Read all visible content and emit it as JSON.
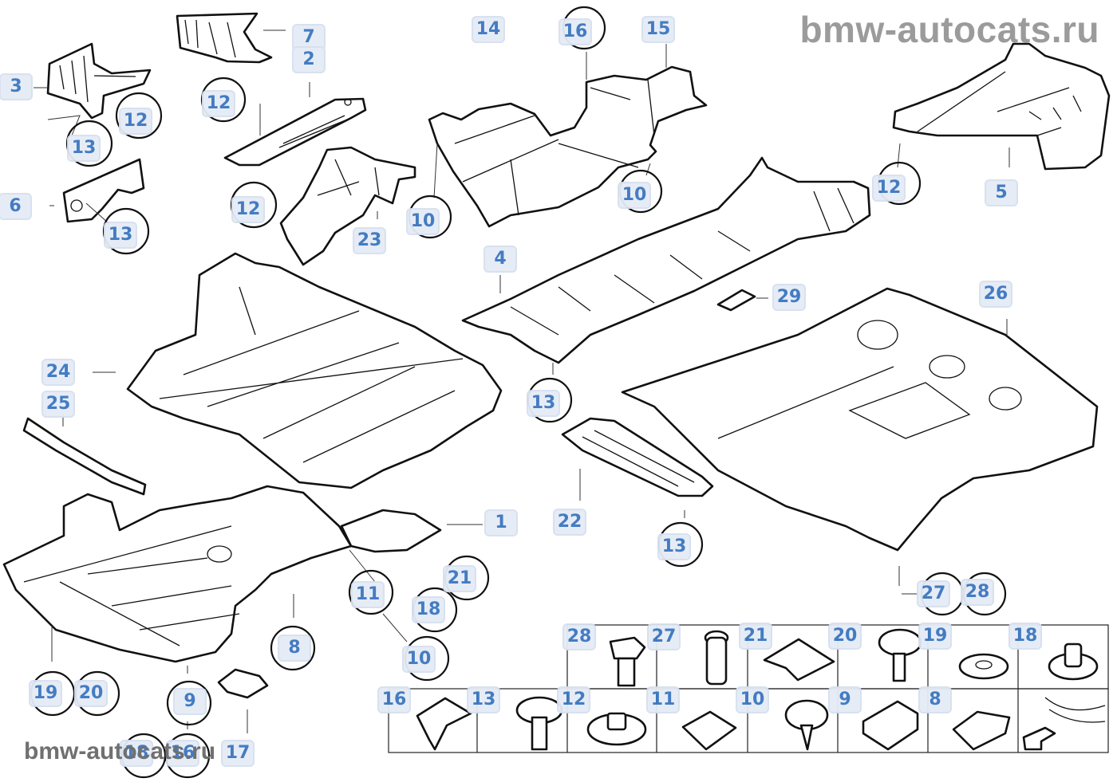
{
  "watermark": {
    "top": "bmw-autocats.ru",
    "bottom": "bmw-autocats.ru"
  },
  "colors": {
    "label_bg": "#e5ecf6",
    "label_text": "#3a76bf",
    "watermark": "#9b9b9b",
    "line_art": "#111111"
  },
  "callouts": [
    {
      "id": "c3",
      "text": "3"
    },
    {
      "id": "c7",
      "text": "7"
    },
    {
      "id": "c2",
      "text": "2"
    },
    {
      "id": "c12a",
      "text": "12"
    },
    {
      "id": "c12b",
      "text": "12"
    },
    {
      "id": "c13a",
      "text": "13"
    },
    {
      "id": "c6",
      "text": "6"
    },
    {
      "id": "c13b",
      "text": "13"
    },
    {
      "id": "c12c",
      "text": "12"
    },
    {
      "id": "c23",
      "text": "23"
    },
    {
      "id": "c14",
      "text": "14"
    },
    {
      "id": "c16a",
      "text": "16"
    },
    {
      "id": "c15",
      "text": "15"
    },
    {
      "id": "c10a",
      "text": "10"
    },
    {
      "id": "c10b",
      "text": "10"
    },
    {
      "id": "c12d",
      "text": "12"
    },
    {
      "id": "c5",
      "text": "5"
    },
    {
      "id": "c4",
      "text": "4"
    },
    {
      "id": "c29",
      "text": "29"
    },
    {
      "id": "c26",
      "text": "26"
    },
    {
      "id": "c24",
      "text": "24"
    },
    {
      "id": "c25",
      "text": "25"
    },
    {
      "id": "c13c",
      "text": "13"
    },
    {
      "id": "c1",
      "text": "1"
    },
    {
      "id": "c22",
      "text": "22"
    },
    {
      "id": "c13d",
      "text": "13"
    },
    {
      "id": "c21a",
      "text": "21"
    },
    {
      "id": "c11a",
      "text": "11"
    },
    {
      "id": "c18a",
      "text": "18"
    },
    {
      "id": "c10c",
      "text": "10"
    },
    {
      "id": "c8a",
      "text": "8"
    },
    {
      "id": "c27a",
      "text": "27"
    },
    {
      "id": "c28a",
      "text": "28"
    },
    {
      "id": "c19a",
      "text": "19"
    },
    {
      "id": "c20a",
      "text": "20"
    },
    {
      "id": "c9a",
      "text": "9"
    },
    {
      "id": "c18b",
      "text": "18"
    },
    {
      "id": "c16b",
      "text": "16"
    },
    {
      "id": "c17",
      "text": "17"
    }
  ],
  "fastener_grid": {
    "row1": [
      {
        "text": "28",
        "part": "hex-flange-bolt"
      },
      {
        "text": "27",
        "part": "sleeve-rivet"
      },
      {
        "text": "21",
        "part": "sheet-nut-plate"
      },
      {
        "text": "20",
        "part": "pan-head-screw"
      },
      {
        "text": "19",
        "part": "washer"
      },
      {
        "text": "18",
        "part": "weld-stud-nut"
      }
    ],
    "row2": [
      {
        "text": "16",
        "part": "expanding-clip"
      },
      {
        "text": "13",
        "part": "hex-collar-bolt"
      },
      {
        "text": "12",
        "part": "collar-nut"
      },
      {
        "text": "11",
        "part": "speed-nut"
      },
      {
        "text": "10",
        "part": "self-tapping-hex-screw"
      },
      {
        "text": "9",
        "part": "u-clip"
      },
      {
        "text": "8",
        "part": "spring-clip"
      },
      {
        "text": "",
        "part": "vehicle-front-arrow"
      }
    ]
  }
}
